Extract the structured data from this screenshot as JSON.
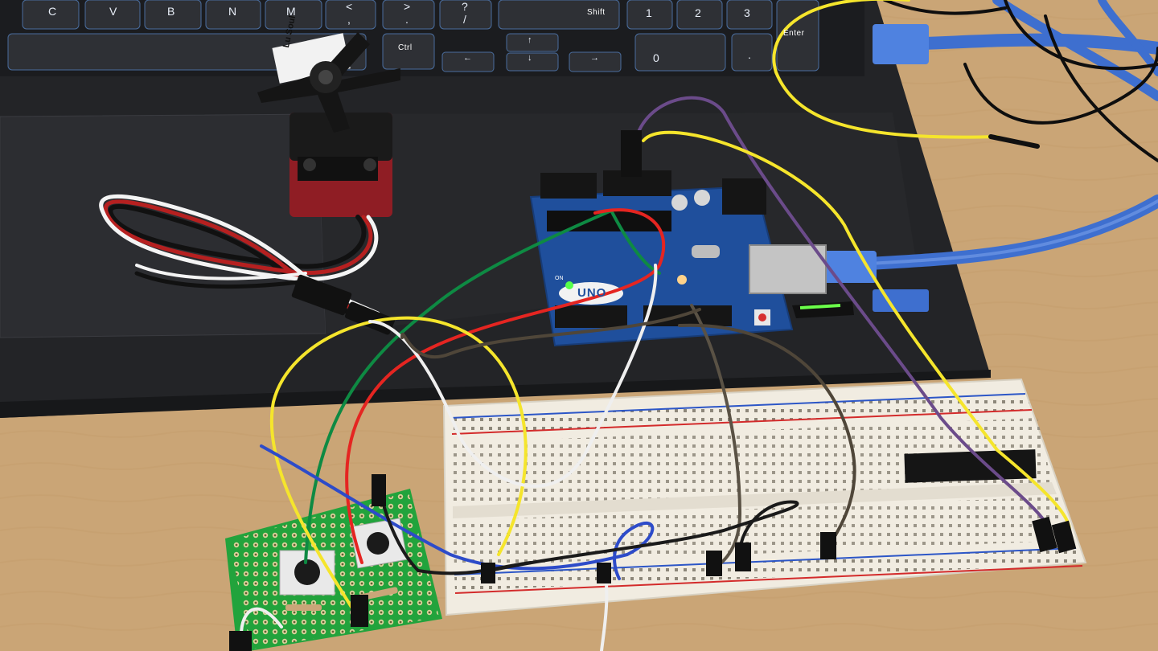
{
  "keyboard": {
    "row1": [
      "C",
      "V",
      "B",
      "N",
      "M",
      "<",
      ">",
      "?",
      "Shift",
      "1",
      "2",
      "3"
    ],
    "row1_sub": [
      "",
      "",
      "",
      "",
      "",
      ",",
      ".",
      "/",
      "",
      "",
      "",
      ""
    ],
    "row2": [
      "Ctrl",
      "0",
      "."
    ],
    "enter_label": "Enter"
  },
  "arduino": {
    "logo": "UNO",
    "on_label": "ON"
  },
  "servo": {
    "label": "Lu Soul"
  },
  "colors": {
    "table": "#caa576",
    "laptop": "#232427",
    "arduino_pcb": "#1f4f9c",
    "breadboard": "#f1ece1",
    "proto_board": "#22a33c",
    "usb_cable": "#3e6fcf"
  }
}
